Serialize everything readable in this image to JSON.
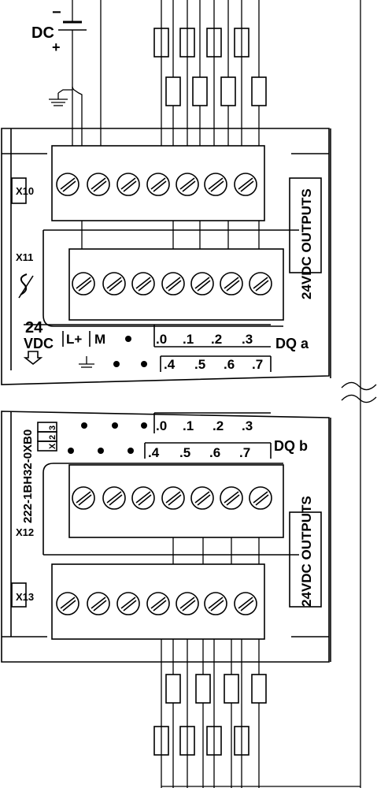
{
  "supply": {
    "dc_label": "DC",
    "minus": "−",
    "plus": "+"
  },
  "upper_module": {
    "connector_top": "X10",
    "connector_bottom": "X11",
    "side_title": "24VDC OUTPUTS",
    "voltage_line1": "24",
    "voltage_line2": "VDC",
    "terminal_lplus": "L+",
    "terminal_m": "M",
    "bits_row1": [
      ".0",
      ".1",
      ".2",
      ".3"
    ],
    "bits_row2": [
      ".4",
      ".5",
      ".6",
      ".7"
    ],
    "group_label": "DQ a"
  },
  "lower_module": {
    "part_number": "222-1BH32-0XB0",
    "version_boxes": [
      "X",
      "2",
      "3"
    ],
    "connector_top": "X12",
    "connector_bottom": "X13",
    "side_title": "24VDC OUTPUTS",
    "bits_row1": [
      ".0",
      ".1",
      ".2",
      ".3"
    ],
    "bits_row2": [
      ".4",
      ".5",
      ".6",
      ".7"
    ],
    "group_label": "DQ b"
  }
}
